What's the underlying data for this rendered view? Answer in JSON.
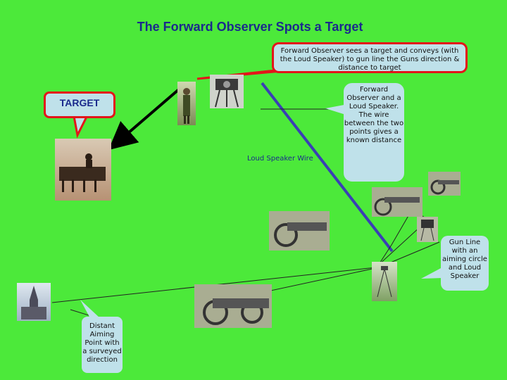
{
  "title": "The Forward Observer Spots a Target",
  "callouts": {
    "forward_observer": "Forward Observer sees a target and conveys (with the Loud Speaker) to gun line the Guns direction & distance to target",
    "target": "TARGET",
    "fo_note": "Forward Observer and a Loud Speaker. The wire between the two points gives a known distance",
    "wire": "Loud Speaker Wire",
    "gun_line": "Gun Line with an aiming circle and Loud Speaker",
    "aiming_point": "Distant Aiming Point with a surveyed direction"
  },
  "colors": {
    "background": "#4ce93a",
    "title": "#1a2a8c",
    "callout_border": "#e3151a",
    "callout_fill": "#bfe1ea",
    "wire": "#3a3fb5"
  },
  "icons": [
    "soldier-photo",
    "loudspeaker-photo",
    "horses-photo",
    "field-gun-photo",
    "church-photo",
    "aiming-circle-photo"
  ]
}
